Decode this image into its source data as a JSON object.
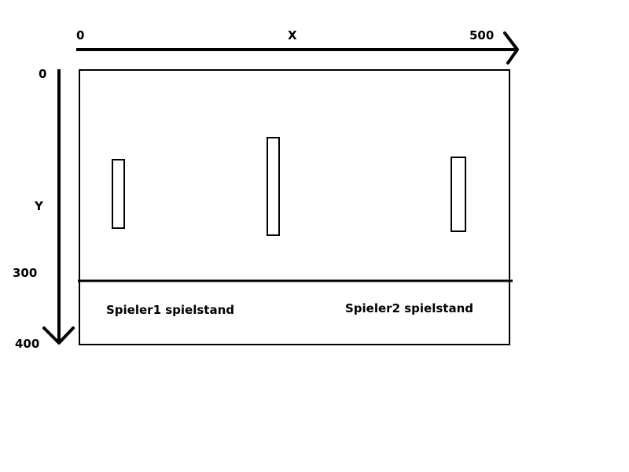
{
  "axes": {
    "x": {
      "label": "X",
      "start": "0",
      "end": "500"
    },
    "y": {
      "label": "Y",
      "start": "0",
      "mid": "300",
      "end": "400"
    }
  },
  "field": {
    "paddles": [
      {
        "name": "left-paddle"
      },
      {
        "name": "center-object"
      },
      {
        "name": "right-paddle"
      }
    ]
  },
  "scoreboard": {
    "player1": "Spieler1 spielstand",
    "player2": "Spieler2 spielstand"
  },
  "colors": {
    "stroke": "#000000",
    "background": "#ffffff"
  }
}
